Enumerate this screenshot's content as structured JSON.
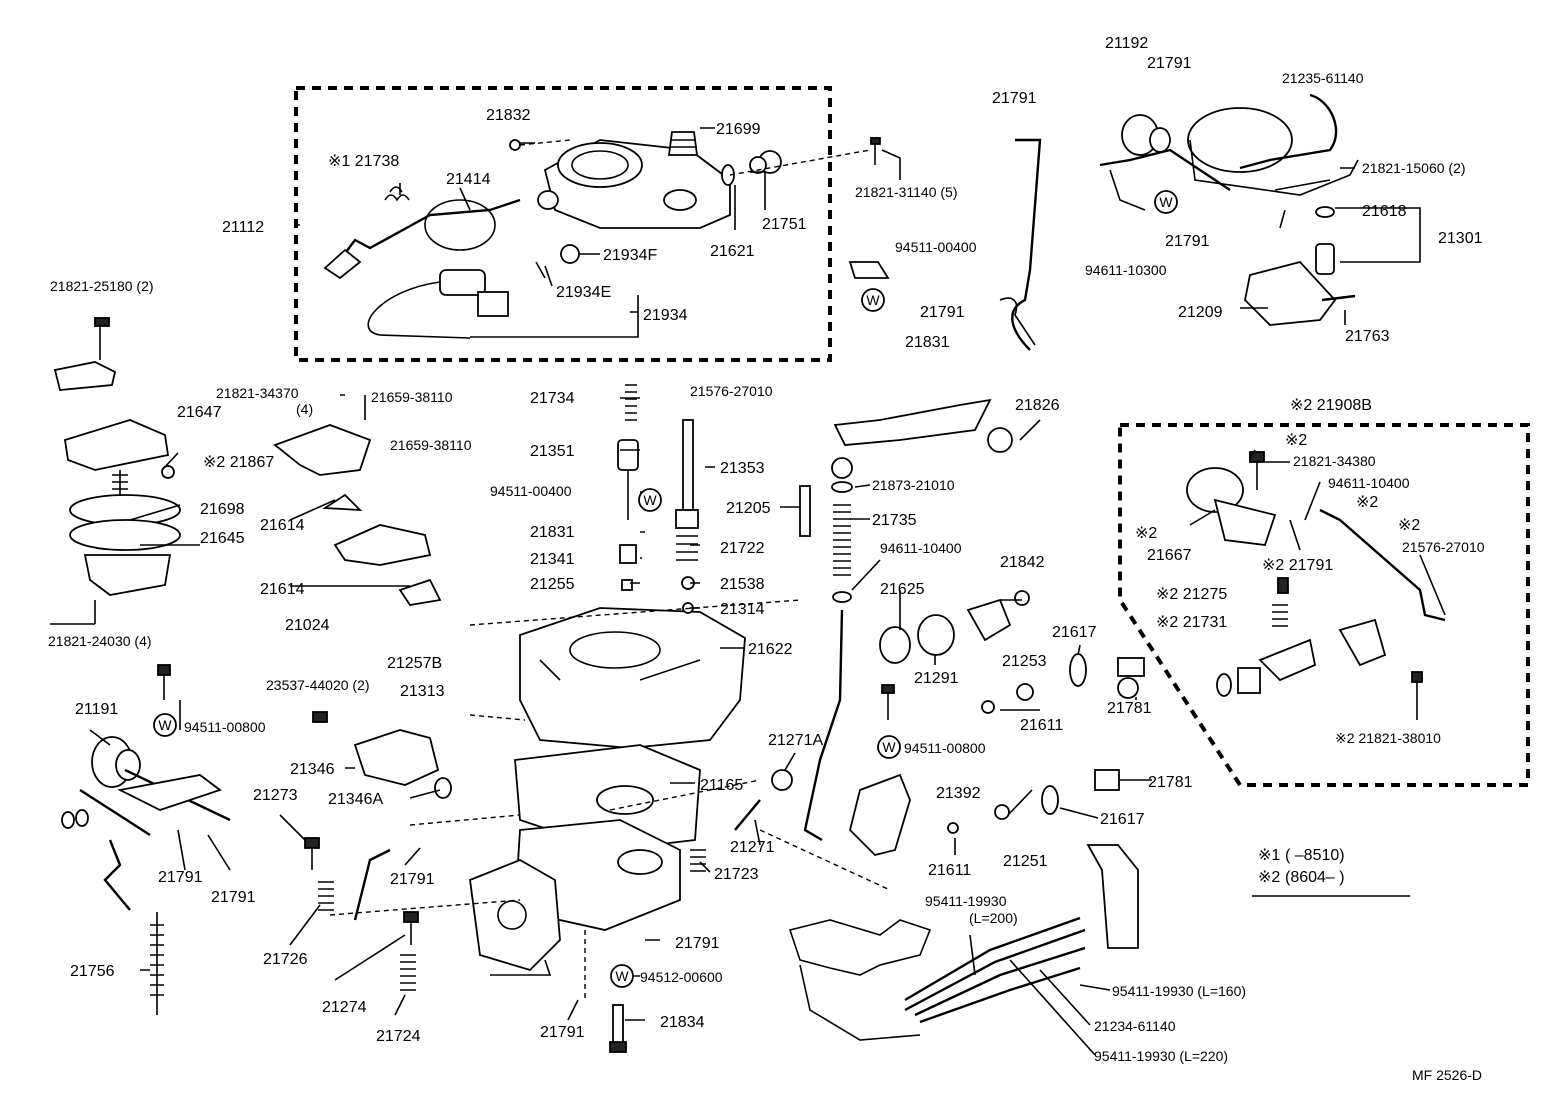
{
  "diagram": {
    "code": "MF  2526-D",
    "legend": {
      "row1_mark": "※1",
      "row1_text": "(       –8510)",
      "row2_mark": "※2",
      "row2_text": "(8604–         )"
    },
    "labels": {
      "p21192": "21192",
      "p21791a": "21791",
      "p21791b": "21791",
      "p21235": "21235-61140",
      "p21821_15060": "21821-15060 (2)",
      "p21618": "21618",
      "p21301": "21301",
      "p21791c": "21791",
      "p94611_10300": "94611-10300",
      "p21209": "21209",
      "p21763": "21763",
      "p21832": "21832",
      "p21699": "21699",
      "p21738": "※1 21738",
      "p21414": "21414",
      "p21112": "21112",
      "p21821_31140": "21821-31140 (5)",
      "p21751": "21751",
      "p21621": "21621",
      "p21934F": "21934F",
      "p21934E": "21934E",
      "p21934": "21934",
      "p94511_00400a": "94511-00400",
      "p21791d": "21791",
      "p21831a": "21831",
      "p21821_25180": "21821-25180 (2)",
      "p21821_34370": "21821-34370",
      "p21821_34370_qty": "(4)",
      "p21659a": "21659-38110",
      "p21659b": "21659-38110",
      "p21647": "21647",
      "p21867": "※2  21867",
      "p21698": "21698",
      "p21645": "21645",
      "p21614a": "21614",
      "p21614b": "21614",
      "p21821_24030": "21821-24030 (4)",
      "p21734": "21734",
      "p21351": "21351",
      "p94511_00400b": "94511-00400",
      "p21831b": "21831",
      "p21341": "21341",
      "p21255": "21255",
      "p21353": "21353",
      "p21722": "21722",
      "p21538": "21538",
      "p21314": "21314",
      "p21205": "21205",
      "p21576a": "21576-27010",
      "p21826": "21826",
      "p21873": "21873-21010",
      "p21735": "21735",
      "p94611_10400a": "94611-10400",
      "p21842": "21842",
      "p21625": "21625",
      "p21291": "21291",
      "p21617a": "21617",
      "p21253": "21253",
      "p21611a": "21611",
      "p21781a": "21781",
      "p21908B": "※2 21908B",
      "p21821_34380_mark": "※2",
      "p21821_34380": "21821-34380",
      "p94611_10400b": "94611-10400",
      "p94611_10400b_mark": "※2",
      "p21667": "21667",
      "p21667_mark": "※2",
      "p21791e": "※2 21791",
      "p21576b_mark": "※2",
      "p21576b": "21576-27010",
      "p21275": "※2 21275",
      "p21731": "※2 21731",
      "p21821_38010": "※2  21821-38010",
      "p21024": "21024",
      "p21257B": "21257B",
      "p21313": "21313",
      "p21622": "21622",
      "p23537": "23537-44020 (2)",
      "p21191": "21191",
      "p94511_00800a": "94511-00800",
      "p21346": "21346",
      "p21346A": "21346A",
      "p21271A": "21271A",
      "p21165": "21165",
      "p94511_00800b": "94511-00800",
      "p21392": "21392",
      "p21781b": "21781",
      "p21617b": "21617",
      "p21273": "21273",
      "p21271": "21271",
      "p21723": "21723",
      "p21611b": "21611",
      "p21251": "21251",
      "p21791f": "21791",
      "p21791g": "21791",
      "p21791h": "21791",
      "p21726": "21726",
      "p21756": "21756",
      "p21274": "21274",
      "p21724": "21724",
      "p21791i": "21791",
      "p94512": "94512-00600",
      "p21791j": "21791",
      "p21834": "21834",
      "p95411_200": "95411-19930",
      "p95411_200_len": "(L=200)",
      "p95411_160": "95411-19930 (L=160)",
      "p21234": "21234-61140",
      "p95411_220": "95411-19930 (L=220)",
      "washer_mark": "W"
    }
  }
}
